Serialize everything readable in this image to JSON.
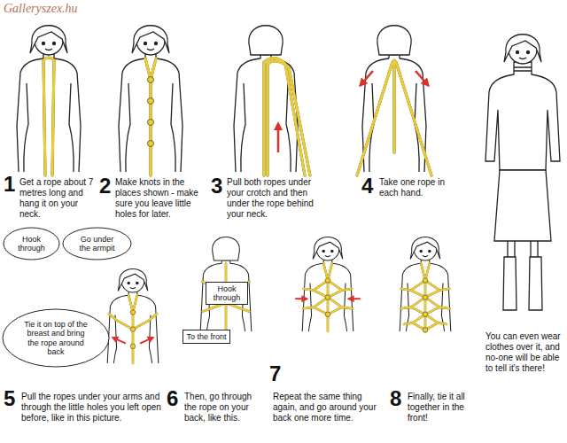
{
  "diagram": {
    "nodes": [
      {
        "text": [
          "Hook through"
        ]
      },
      {
        "text": [
          "Go under the armpit"
        ]
      },
      {
        "text": [
          "Tie it on top of the breast and bring the rope around back"
        ]
      },
      {
        "text": [
          "Hook through"
        ]
      },
      {
        "text": [
          "To the front"
        ]
      }
    ],
    "labels": [
      "Galleryszex.hu",
      "1",
      "Get a rope about 7 metres long and hang it on your neck.",
      "2",
      "Make knots in the places shown - make sure you leave little holes for later.",
      "3",
      "Pull both ropes under your crotch and then under the rope behind your neck.",
      "4",
      "Take one rope in each hand.",
      "5",
      "Pull the ropes under your arms and through the little holes you left open before, like in this picture.",
      "6",
      "Then, go through the rope on your back, like this.",
      "7",
      "Repeat the same thing again, and go around your back one more time.",
      "8",
      "Finally, tie it all together in the front!",
      "You can even wear clothes over it, and no-one will be able to tell it's there!"
    ]
  }
}
